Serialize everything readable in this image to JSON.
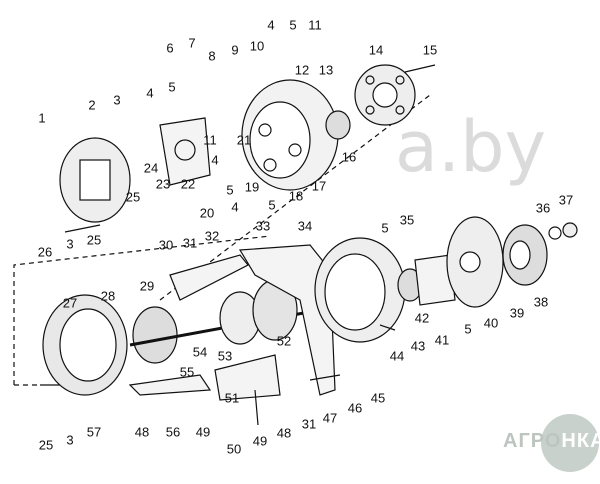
{
  "diagram": {
    "title": "Alternator exploded view",
    "callouts": [
      "1",
      "2",
      "3",
      "4",
      "5",
      "6",
      "7",
      "8",
      "9",
      "10",
      "4",
      "5",
      "11",
      "12",
      "13",
      "14",
      "15",
      "16",
      "17",
      "18",
      "19",
      "5",
      "4",
      "20",
      "5",
      "4",
      "21",
      "11",
      "22",
      "23",
      "24",
      "25",
      "26",
      "3",
      "25",
      "36",
      "37",
      "35",
      "5",
      "33",
      "34",
      "32",
      "31",
      "30",
      "29",
      "28",
      "27",
      "54",
      "52",
      "53",
      "55",
      "51",
      "50",
      "49",
      "48",
      "31",
      "47",
      "46",
      "45",
      "44",
      "43",
      "41",
      "42",
      "5",
      "40",
      "39",
      "38",
      "48",
      "56",
      "49",
      "25",
      "3",
      "57"
    ]
  },
  "watermark": {
    "text": "a.by",
    "logo_left": "АГРО",
    "logo_right": "НКА"
  },
  "colors": {
    "line": "#111111",
    "watermark": "#c9d1cc"
  }
}
